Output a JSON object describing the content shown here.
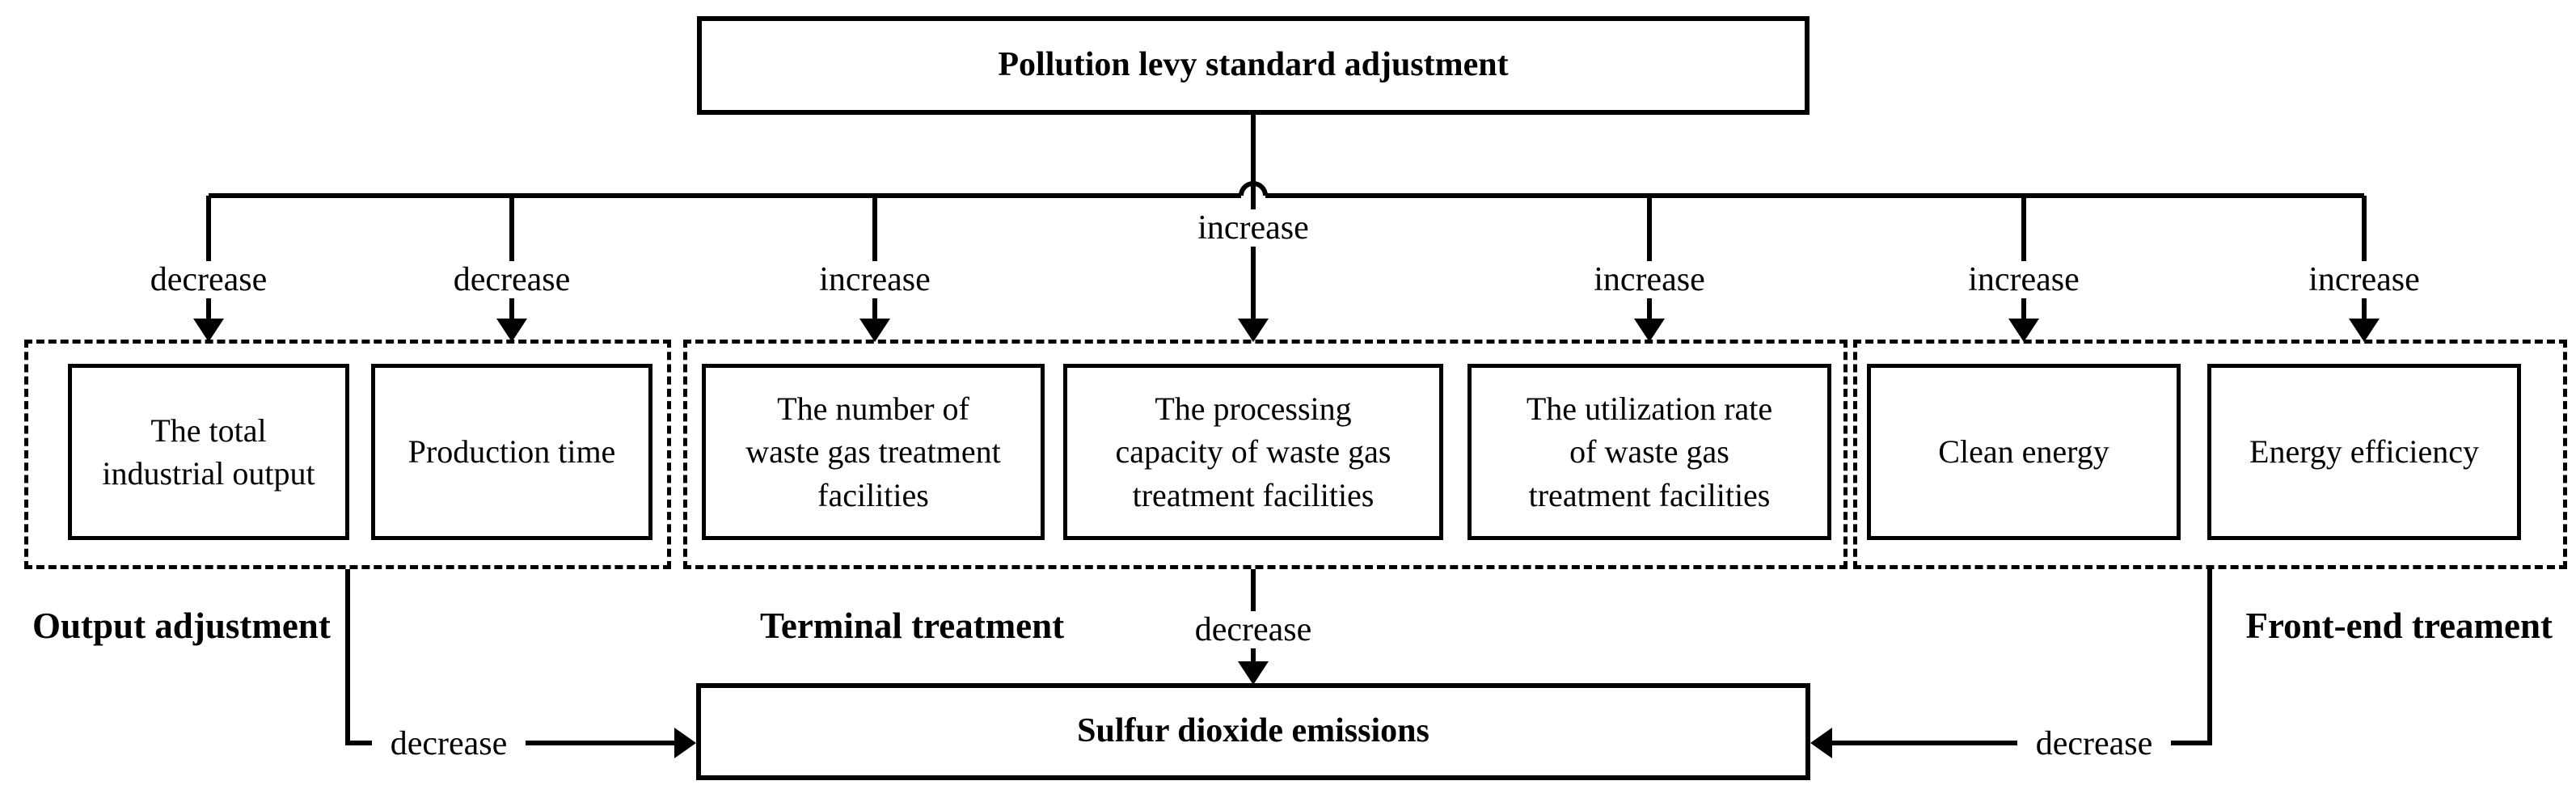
{
  "top_box": {
    "label": "Pollution levy standard adjustment"
  },
  "top_arrows": [
    {
      "label": "decrease"
    },
    {
      "label": "decrease"
    },
    {
      "label": "increase"
    },
    {
      "label": "increase"
    },
    {
      "label": "increase"
    },
    {
      "label": "increase"
    },
    {
      "label": "increase"
    }
  ],
  "groups": [
    {
      "label": "Output adjustment",
      "boxes": [
        {
          "label": "The total industrial output",
          "lines": [
            "The total",
            "industrial output"
          ]
        },
        {
          "label": "Production time",
          "lines": [
            "Production time"
          ]
        }
      ]
    },
    {
      "label": "Terminal treatment",
      "boxes": [
        {
          "label": "The number of waste gas treatment facilities",
          "lines": [
            "The number of",
            "waste gas treatment",
            "facilities"
          ]
        },
        {
          "label": "The processing capacity of waste gas treatment facilities",
          "lines": [
            "The processing",
            "capacity of waste gas",
            "treatment facilities"
          ]
        },
        {
          "label": "The utilization rate of waste gas treatment facilities",
          "lines": [
            "The utilization rate",
            "of waste gas",
            "treatment facilities"
          ]
        }
      ]
    },
    {
      "label": "Front-end treament",
      "boxes": [
        {
          "label": "Clean energy",
          "lines": [
            "Clean energy"
          ]
        },
        {
          "label": "Energy efficiency",
          "lines": [
            "Energy efficiency"
          ]
        }
      ]
    }
  ],
  "bottom_arrows": [
    {
      "label": "decrease"
    },
    {
      "label": "decrease"
    },
    {
      "label": "decrease"
    }
  ],
  "bottom_box": {
    "label": "Sulfur dioxide emissions"
  },
  "colors": {
    "line": "#000000",
    "background": "#ffffff",
    "text": "#000000"
  }
}
